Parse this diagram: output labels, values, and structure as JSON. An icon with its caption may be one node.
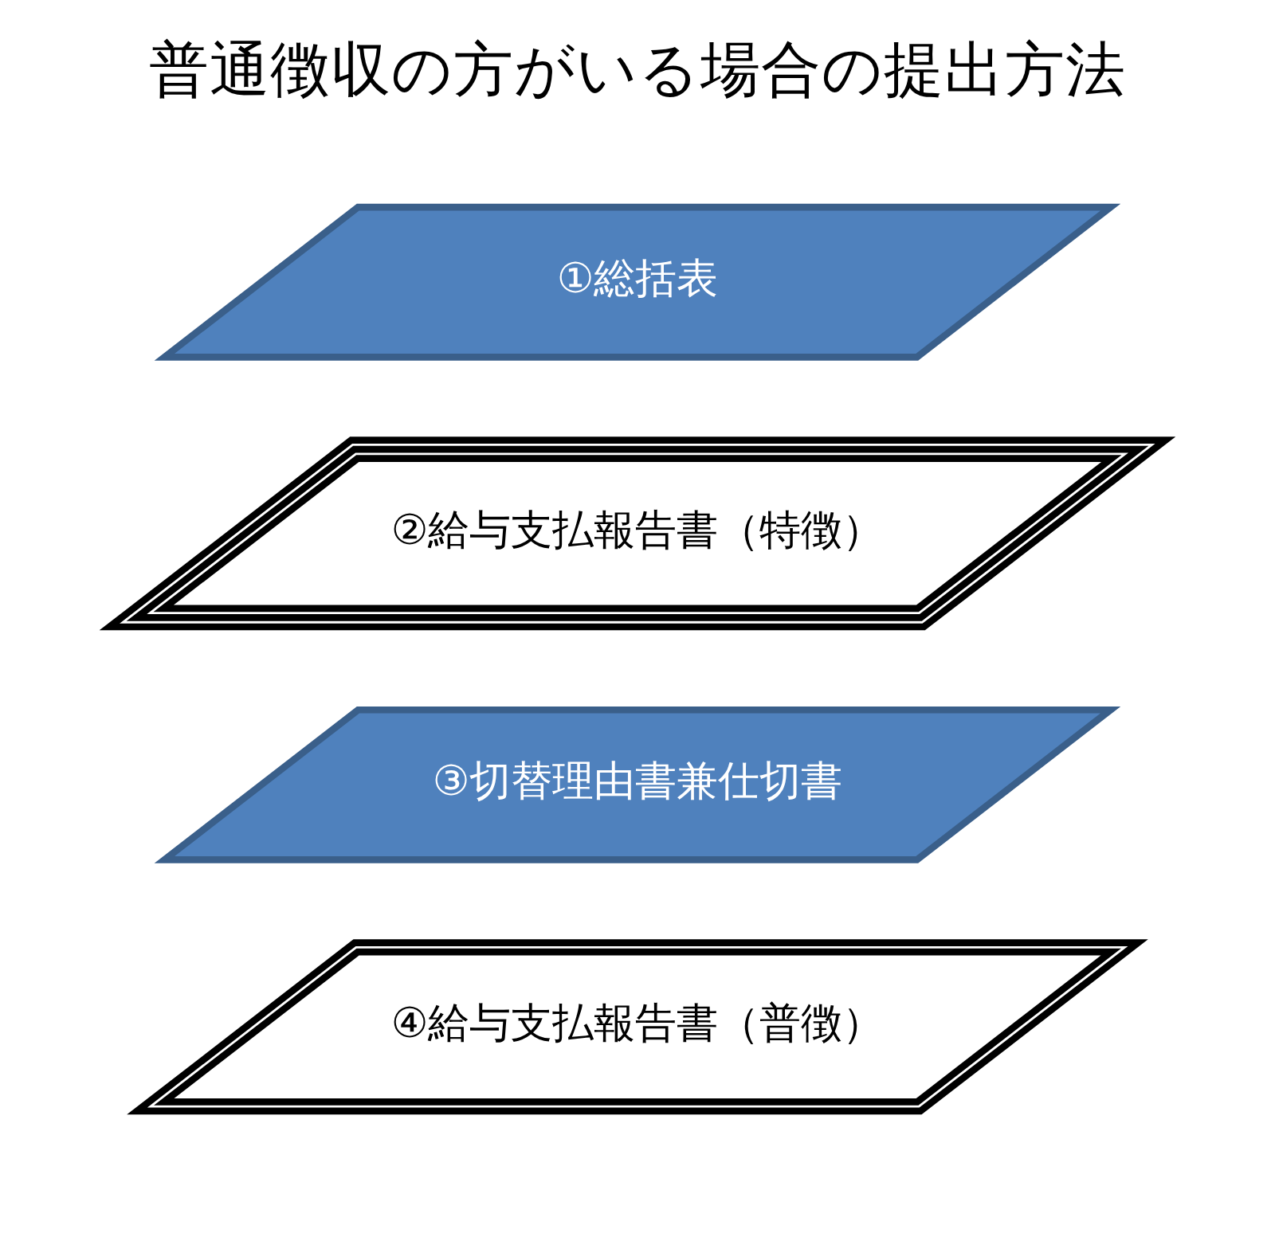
{
  "diagram": {
    "title": "普通徴収の方がいる場合の提出方法",
    "nodes": [
      {
        "text": [
          "①総括表"
        ]
      },
      {
        "text": [
          "②給与支払報告書（特徴）"
        ]
      },
      {
        "text": [
          "③切替理由書兼仕切書"
        ]
      },
      {
        "text": [
          "④給与支払報告書（普徴）"
        ]
      }
    ],
    "edges": []
  }
}
